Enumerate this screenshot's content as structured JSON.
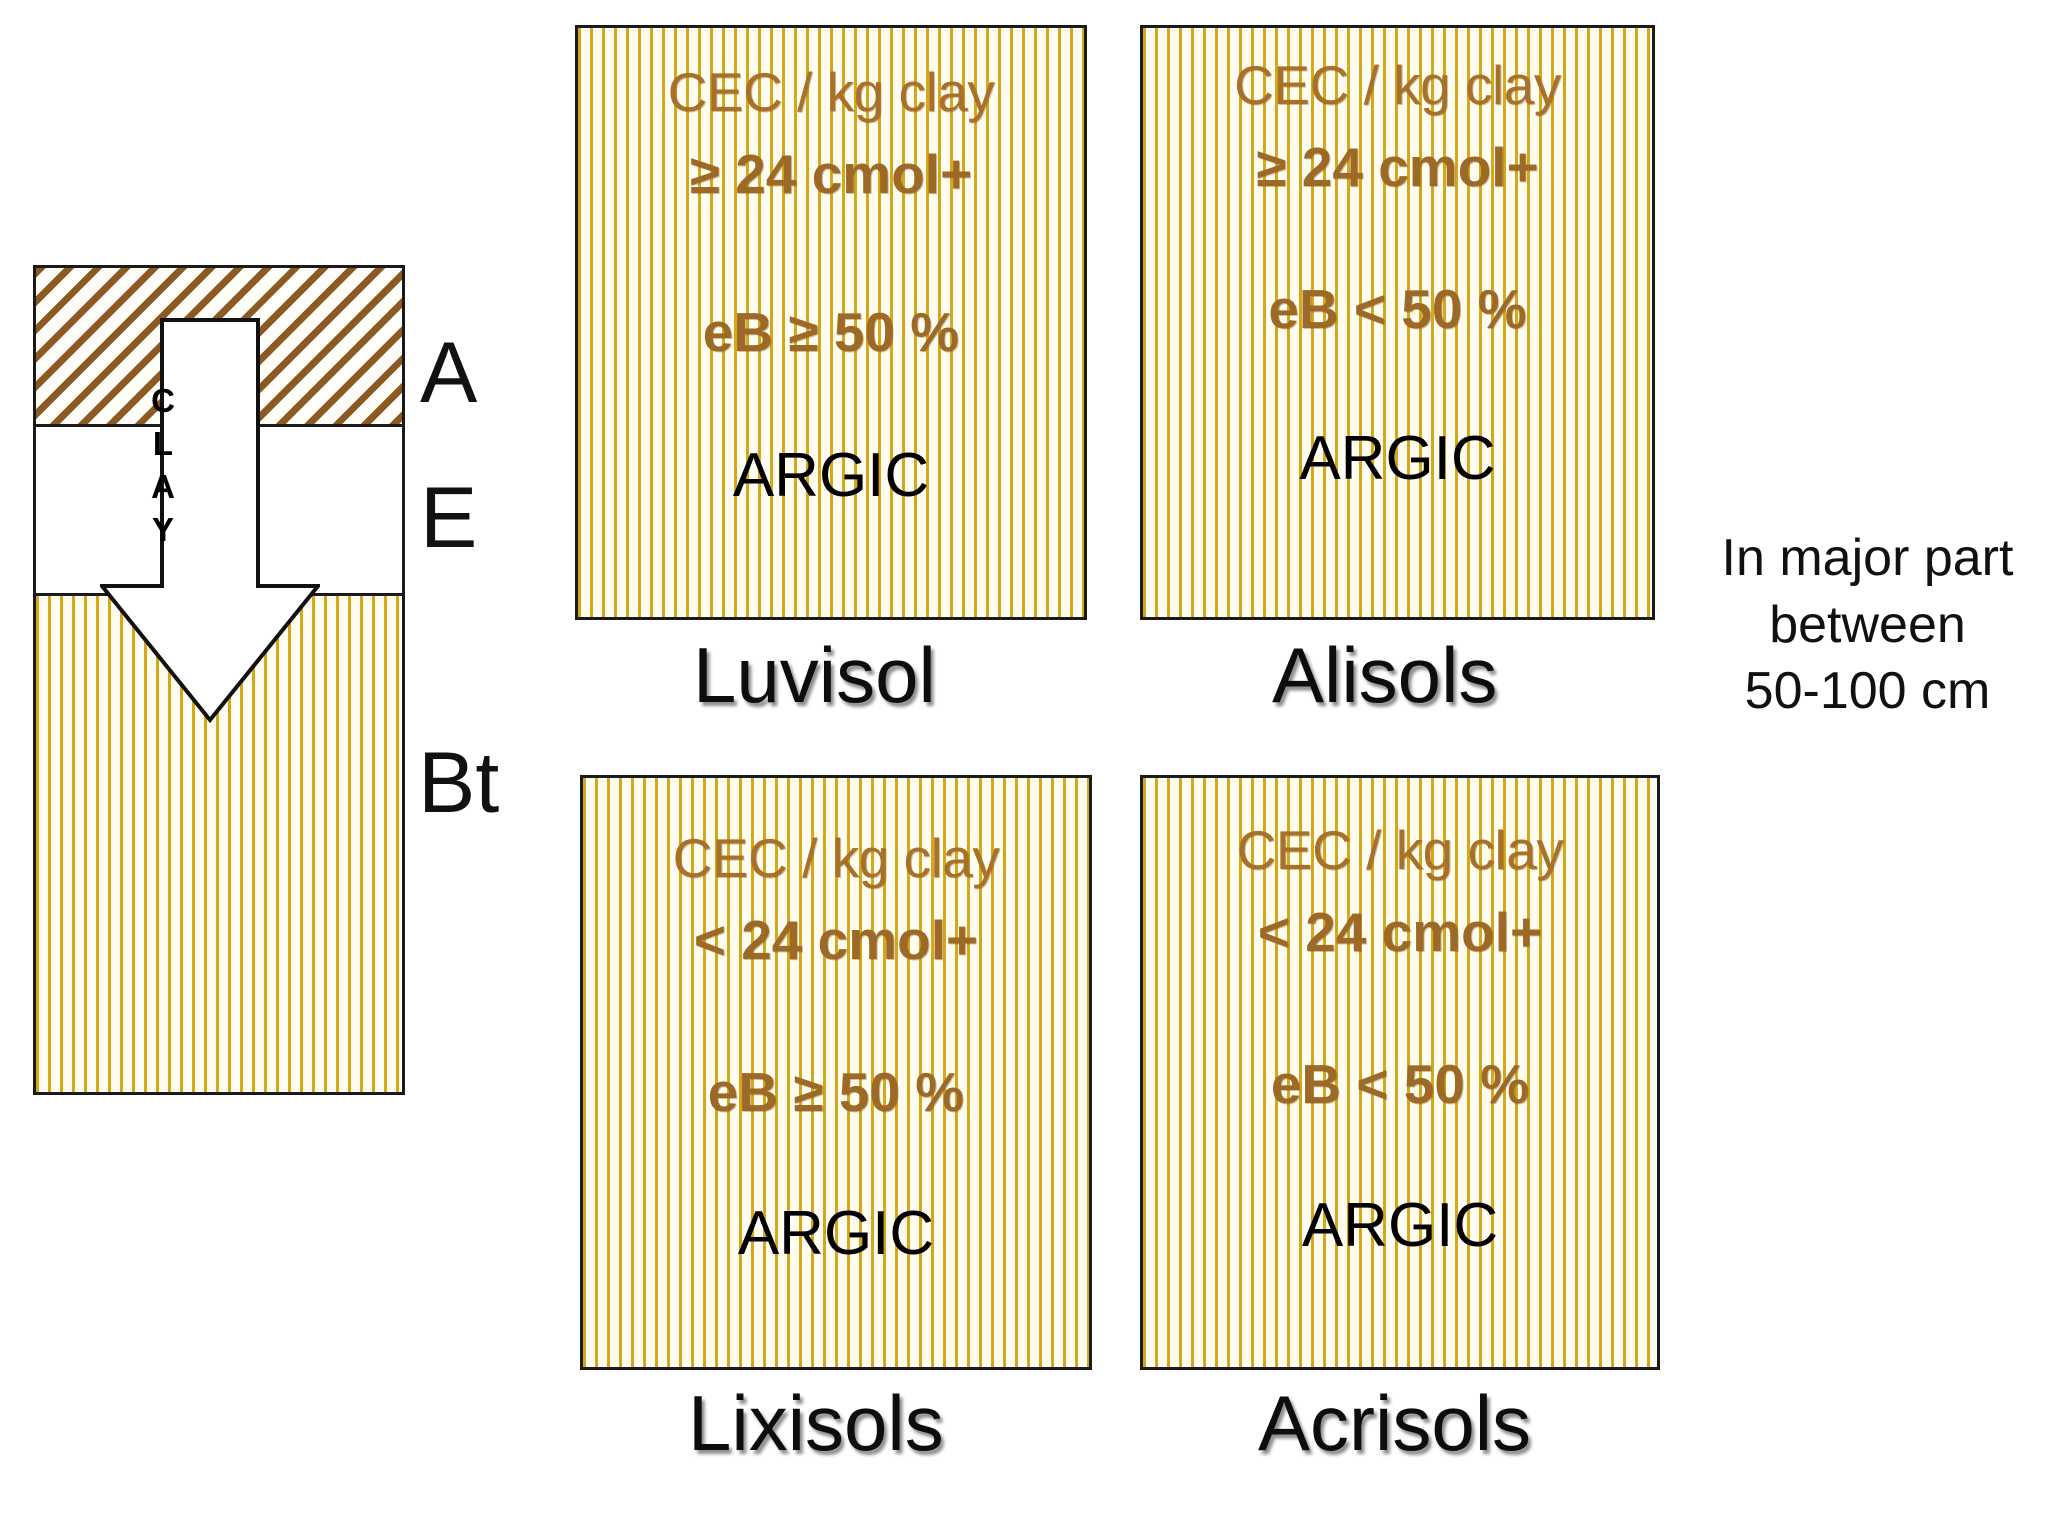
{
  "profile": {
    "horizons": [
      {
        "code": "A",
        "pattern": "diagonal-hatch"
      },
      {
        "code": "E",
        "pattern": "blank"
      },
      {
        "code": "Bt",
        "pattern": "vertical-stripes"
      }
    ],
    "arrow": {
      "label_letters": [
        "C",
        "L",
        "A",
        "Y"
      ],
      "label": "CLAY",
      "direction": "down",
      "icon": "down-arrow-icon"
    },
    "label_a": "A",
    "label_e": "E",
    "label_bt": "Bt"
  },
  "boxes": [
    {
      "id": "luvisol",
      "cec_label": "CEC / kg clay",
      "cec_value": "≥ 24 cmol+",
      "base_saturation": "eB ≥ 50 %",
      "horizon_qualifier": "ARGIC",
      "name": "Luvisol"
    },
    {
      "id": "alisols",
      "cec_label": "CEC / kg clay",
      "cec_value": "≥ 24 cmol+",
      "base_saturation": "eB < 50 %",
      "horizon_qualifier": "ARGIC",
      "name": "Alisols"
    },
    {
      "id": "lixisols",
      "cec_label": "CEC / kg clay",
      "cec_value": "< 24 cmol+",
      "base_saturation": "eB ≥ 50 %",
      "horizon_qualifier": "ARGIC",
      "name": "Lixisols"
    },
    {
      "id": "acrisols",
      "cec_label": "CEC / kg clay",
      "cec_value": "< 24 cmol+",
      "base_saturation": "eB < 50 %",
      "horizon_qualifier": "ARGIC",
      "name": "Acrisols"
    }
  ],
  "note": {
    "line1": "In major part",
    "line2": "between",
    "line3": "50-100 cm"
  },
  "colors": {
    "stripe_gold": "#d6a818",
    "hatch_brown": "#8a5a22",
    "text_brown": "#9c6a26",
    "text_black": "#000000",
    "outline": "#1a1a1a",
    "background": "#ffffff"
  }
}
